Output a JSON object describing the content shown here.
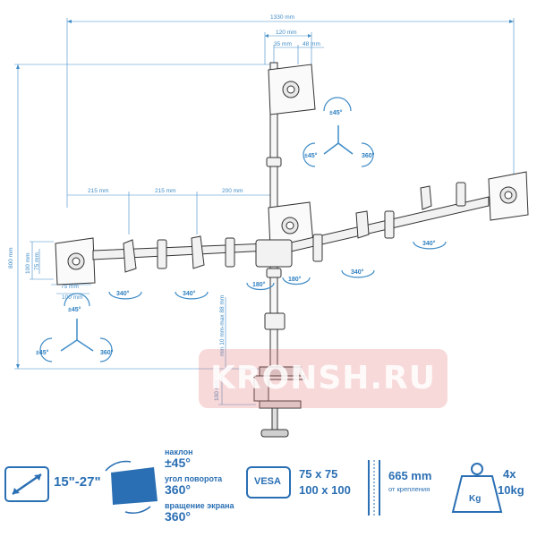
{
  "dimensions": {
    "total_width": "1330 mm",
    "top_width": "120 mm",
    "top_left": "35 mm",
    "top_right": "48 mm",
    "height": "800 mm",
    "arm1": "215 mm",
    "arm2": "215 mm",
    "arm3": "200 mm",
    "vesa_h_outer": "100 mm",
    "vesa_h_inner": "75 mm",
    "vesa_v_outer": "100 mm",
    "vesa_v_inner": "75 mm",
    "pole_range": "min 10 mm-max 88 mm",
    "clamp_depth": "100 mm"
  },
  "angles": {
    "tilt": "±45°",
    "swivel": "±45°",
    "rotate": "360°",
    "arm_rotation": "340°",
    "center_rotation": "180°"
  },
  "watermark": "KRONSH.RU",
  "specs": {
    "size_range": "15\"-27\"",
    "tilt_label": "наклон",
    "tilt_value": "±45°",
    "swivel_label": "угол поворота",
    "swivel_value": "360°",
    "rotate_label": "вращение экрана",
    "rotate_value": "360°",
    "vesa_badge": "VESA",
    "vesa_value_1": "75 x 75",
    "vesa_value_2": "100 x 100",
    "height_value": "665 mm",
    "height_label": "от крепления",
    "weight_badge": "Kg",
    "weight_count": "4x",
    "weight_value": "10kg"
  },
  "colors": {
    "line": "#3f8cc7",
    "drawing": "#333333",
    "accent": "#2a6fb3",
    "watermark": "#e47878"
  }
}
